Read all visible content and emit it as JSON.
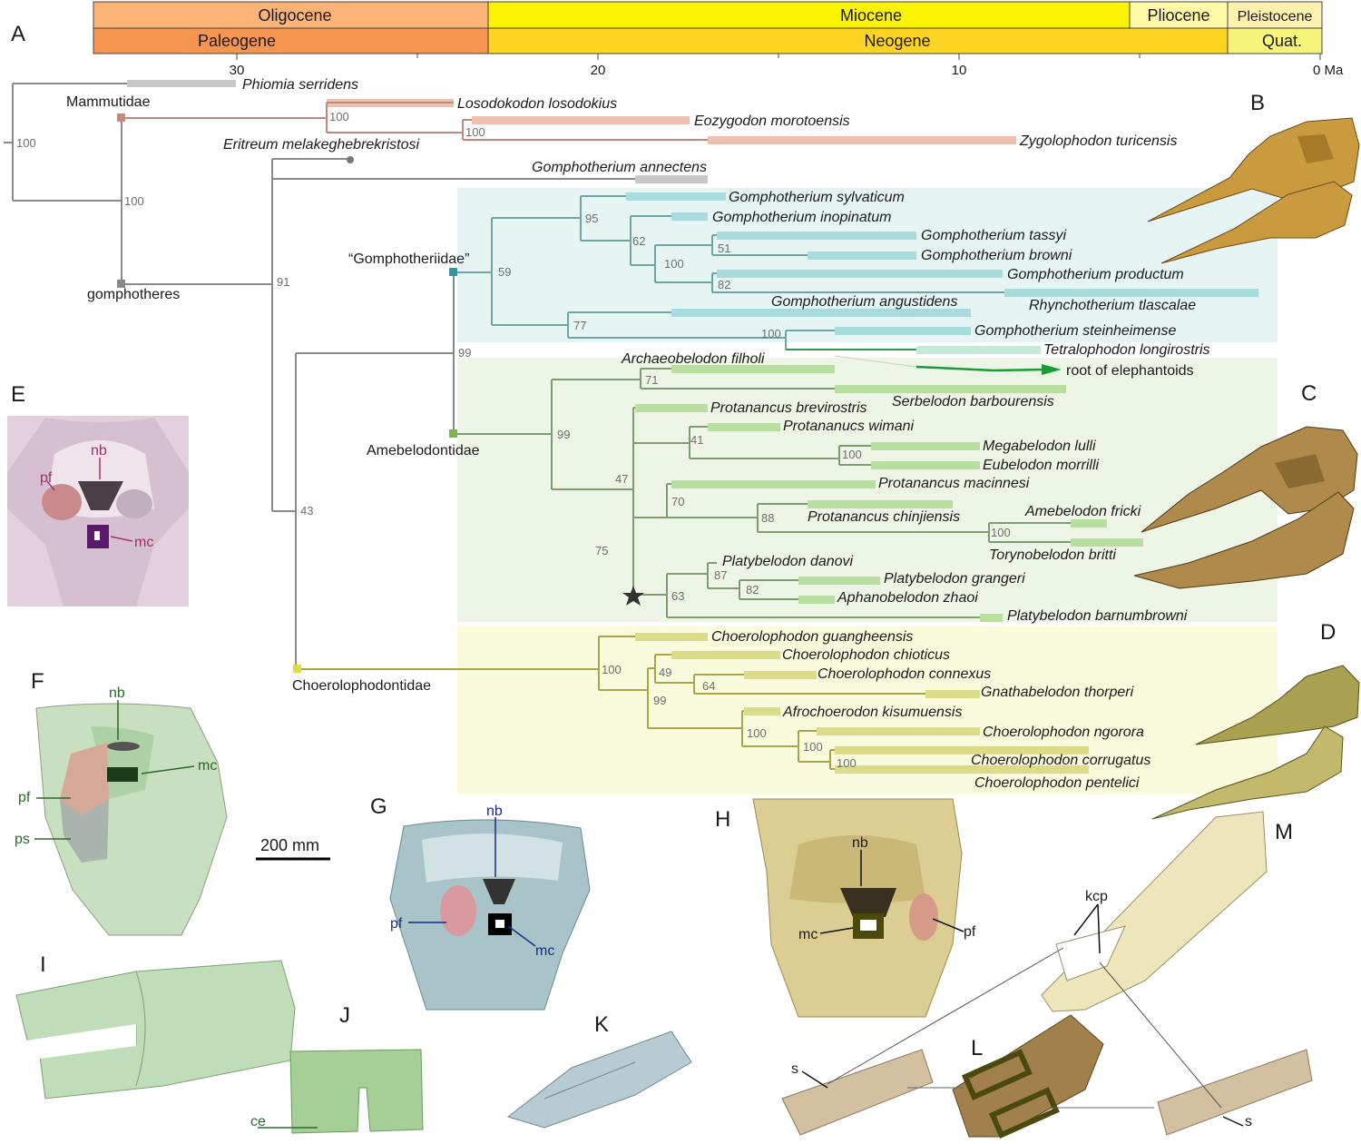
{
  "timescale": {
    "epochs": [
      {
        "name": "Oligocene",
        "color": "#fbb476"
      },
      {
        "name": "Miocene",
        "color": "#fbf300"
      },
      {
        "name": "Pliocene",
        "color": "#fff8a6"
      },
      {
        "name": "Pleistocene",
        "color": "#fff2ae"
      }
    ],
    "periods": [
      {
        "name": "Paleogene",
        "color": "#f6954f"
      },
      {
        "name": "Neogene",
        "color": "#fdd422"
      },
      {
        "name": "Quat.",
        "color": "#f7f47a"
      }
    ],
    "ticks": [
      "30",
      "20",
      "10",
      "0 Ma"
    ]
  },
  "panels": [
    "A",
    "B",
    "C",
    "D",
    "E",
    "F",
    "G",
    "H",
    "I",
    "J",
    "K",
    "L",
    "M"
  ],
  "clade_labels": {
    "mammutidae": "Mammutidae",
    "gomphotheres": "gomphotheres",
    "gomphotheriidae": "“Gomphotheriidae”",
    "amebelodontidae": "Amebelodontidae",
    "choerolophodontidae": "Choerolophodontidae"
  },
  "root_label": "root of elephantoids",
  "support": [
    "100",
    "100",
    "100",
    "100",
    "91",
    "43",
    "59",
    "99",
    "99",
    "95",
    "62",
    "51",
    "100",
    "82",
    "77",
    "100",
    "71",
    "41",
    "100",
    "47",
    "70",
    "88",
    "100",
    "75",
    "87",
    "82",
    "63",
    "100",
    "49",
    "64",
    "99",
    "100",
    "100",
    "100"
  ],
  "taxa": [
    "Phiomia serridens",
    "Losodokodon losodokius",
    "Eozygodon morotoensis",
    "Zygolophodon turicensis",
    "Eritreum melakeghebrekristosi",
    "Gomphotherium annectens",
    "Gomphotherium sylvaticum",
    "Gomphotherium inopinatum",
    "Gomphotherium tassyi",
    "Gomphotherium browni",
    "Gomphotherium productum",
    "Gomphotherium angustidens",
    "Rhynchotherium tlascalae",
    "Gomphotherium steinheimense",
    "Tetralophodon longirostris",
    "Archaeobelodon filholi",
    "Serbelodon barbourensis",
    "Protanancus brevirostris",
    "Protananucs wimani",
    "Megabelodon lulli",
    "Eubelodon morrilli",
    "Protanancus macinnesi",
    "Protanancus chinjiensis",
    "Amebelodon fricki",
    "Torynobelodon britti",
    "Platybelodon danovi",
    "Platybelodon grangeri",
    "Aphanobelodon zhaoi",
    "Platybelodon barnumbrowni",
    "Choerolophodon guangheensis",
    "Choerolophodon chioticus",
    "Choerolophodon connexus",
    "Gnathabelodon thorperi",
    "Afrochoerodon kisumuensis",
    "Choerolophodon ngorora",
    "Choerolophodon corrugatus",
    "Choerolophodon pentelici"
  ],
  "anatomy": {
    "nb": "nb",
    "pf": "pf",
    "mc": "mc",
    "ps": "ps",
    "kcp": "kcp",
    "s": "s",
    "ce": "ce",
    "scale": "200 mm"
  },
  "colors": {
    "gomph_bg": "#e6f4f4",
    "amebe_bg": "#edf5e6",
    "choero_bg": "#fafadc",
    "gomph": "#a8dcdc",
    "amebe": "#b9dfa0",
    "choero": "#dcdc88",
    "mammut": "#efc0b0",
    "gray": "#c8c8c8"
  }
}
